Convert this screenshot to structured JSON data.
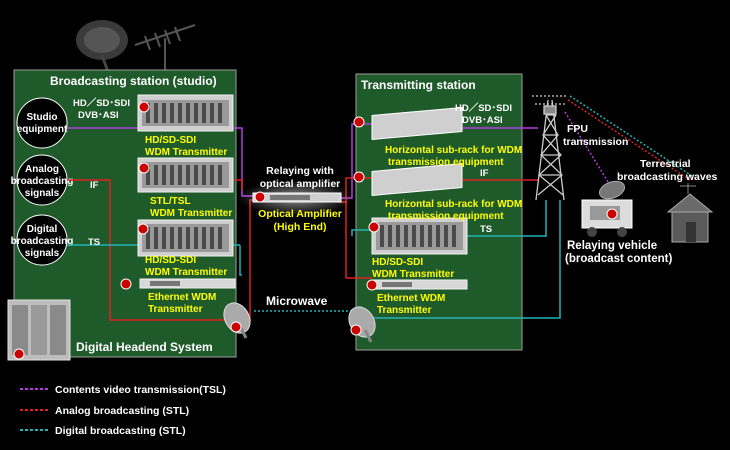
{
  "station_left": {
    "title": "Broadcasting station (studio)"
  },
  "station_right": {
    "title": "Transmitting station"
  },
  "sources": {
    "studio": [
      "Studio",
      "equipment"
    ],
    "analog": [
      "Analog",
      "broadcasting",
      "signals"
    ],
    "digital": [
      "Digital",
      "broadcasting",
      "signals"
    ]
  },
  "signals": {
    "hd_left": [
      "HD／SD･SDI",
      "DVB･ASI"
    ],
    "if_left": "IF",
    "ts_left": "TS",
    "hd_right": [
      "HD／SD･SDI",
      "DVB･ASI"
    ],
    "if_right": "IF",
    "ts_right": "TS"
  },
  "equipment_left": {
    "hd_tx": [
      "HD/SD-SDI",
      "WDM Transmitter"
    ],
    "stl_tx": [
      "STL/TSL",
      "WDM Transmitter"
    ],
    "hd_tx2": [
      "HD/SD-SDI",
      "WDM Transmitter"
    ],
    "eth_tx": [
      "Ethernet WDM",
      "Transmitter"
    ],
    "headend": "Digital Headend System"
  },
  "middle": {
    "relay": [
      "Relaying with",
      "optical amplifier"
    ],
    "amp": [
      "Optical Amplifier",
      "(High End)"
    ],
    "microwave": "Microwave"
  },
  "equipment_right": {
    "rack1": [
      "Horizontal sub-rack for WDM",
      "transmission equipment"
    ],
    "rack2": [
      "Horizontal sub-rack for WDM",
      "transmission equipment"
    ],
    "hd_tx": [
      "HD/SD-SDI",
      "WDM Transmitter"
    ],
    "eth_tx": [
      "Ethernet WDM",
      "Transmitter"
    ]
  },
  "far_right": {
    "fpu": [
      "FPU",
      "transmission"
    ],
    "terrestrial": [
      "Terrestrial",
      "broadcasting waves"
    ],
    "vehicle": [
      "Relaying vehicle",
      "(broadcast content)"
    ]
  },
  "legend": [
    {
      "label": "Contents video transmission(TSL)",
      "color": "#b23ee0"
    },
    {
      "label": "Analog broadcasting (STL)",
      "color": "#e02020"
    },
    {
      "label": "Digital broadcasting (STL)",
      "color": "#22b3b3"
    }
  ],
  "colors": {
    "panel": "#1f5a2a",
    "highlight": "#ffff00",
    "purple": "#b23ee0",
    "red": "#e02020",
    "cyan": "#22b3b3"
  }
}
